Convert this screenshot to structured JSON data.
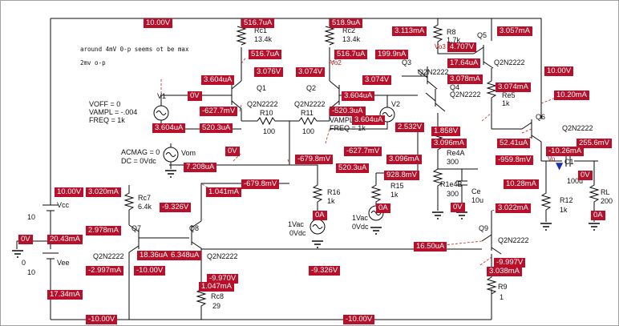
{
  "notes": {
    "note1": "around 4mV 0-p seems ot be max",
    "note2": "2mv o-p"
  },
  "labels": {
    "rc1": "Rc1",
    "rc1_val": "13.4k",
    "rc2": "Rc2",
    "rc2_val": "13.4k",
    "q1": "Q1",
    "q1_part": "Q2N2222",
    "q2": "Q2",
    "q2_part": "Q2N2222",
    "q3": "Q3",
    "q3_part": "Q2N2222",
    "q4": "Q4",
    "q4_part": "Q2N2222",
    "q5": "Q5",
    "q5_part": "Q2N2222",
    "q6": "Q6",
    "q6_part": "Q2N2222",
    "q7": "Q7",
    "q7_part": "Q2N2222",
    "q8": "Q8",
    "q8_part": "Q2N2222",
    "q9": "Q9",
    "q9_part": "Q2N2222",
    "r10": "R10",
    "r10_val": "100",
    "r11": "R11",
    "r11_val": "100",
    "r8": "R8",
    "r8_val": "1.7k",
    "re5": "Re5",
    "re5_val": "1k",
    "re4a": "Re4A",
    "re4a_val": "300",
    "r1e4b": "R1e4B",
    "r1e4b_val": "300",
    "ce": "Ce",
    "ce_val": "10u",
    "c1": "C1",
    "c1_val": "100u",
    "r12": "R12",
    "r12_val": "1k",
    "rl": "RL",
    "rl_val": "200",
    "r16": "R16",
    "r16_val": "1k",
    "r15": "R15",
    "r15_val": "1k",
    "rc7": "Rc7",
    "rc7_val": "6.4k",
    "rc8": "Rc8",
    "rc8_val": "29",
    "r9": "R9",
    "r9_val": "1",
    "v1": "V1",
    "v2": "V2",
    "v1_voff": "VOFF = 0",
    "v1_vampl": "VAMPL = -.004",
    "v1_freq": "FREQ = 1k",
    "v2_vampl": "VAMPL = .004",
    "v2_freq": "FREQ = 1k",
    "vom": "Vom",
    "vom_acmag": "ACMAG = 0",
    "vom_dc": "DC = 0Vdc",
    "vcc": "Vcc",
    "vcc_val": "10",
    "vee": "Vee",
    "vee_val": "10",
    "vac1": "1Vac",
    "vdc1": "0Vdc",
    "vac2": "1Vac",
    "vdc2": "0Vdc",
    "gnd_zero": "0",
    "vo3": "Vo3",
    "vo2": "Vo2",
    "vo": "Vo"
  },
  "badges": {
    "b01": "10.00V",
    "b02": "516.7uA",
    "b03": "518.9uA",
    "b04": "3.113mA",
    "b05": "4.707V",
    "b06": "3.057mA",
    "b07": "516.7uA",
    "b08": "3.076V",
    "b09": "3.074V",
    "b10": "516.7uA",
    "b11": "199.9nA",
    "b12": "17.64uA",
    "b13": "3.078mA",
    "b14": "3.604uA",
    "b15": "0V",
    "b16": "3.074V",
    "b17": "3.604uA",
    "b18": "-627.7mV",
    "b19": "-520.3uA",
    "b20": "3.074mA",
    "b21": "10.00V",
    "b22": "10.20mA",
    "b23": "3.604uA",
    "b24": "2.532V",
    "b25": "3.604uA",
    "b26": "520.3uA",
    "b27": "1.858V",
    "b28": "3.096mA",
    "b29": "52.41uA",
    "b30": "255.6mV",
    "b31": "-10.26mA",
    "b32": "0V",
    "b33": "-627.7mV",
    "b34": "-679.8mV",
    "b35": "3.096mA",
    "b36": "-959.8mV",
    "b37": "0V",
    "b38": "7.208uA",
    "b39": "520.3uA",
    "b40": "928.8mV",
    "b41": "-679.8mV",
    "b42": "10.28mA",
    "b43": "10.00V",
    "b44": "3.020mA",
    "b45": "1.041mA",
    "b46": "-9.326V",
    "b47": "0V",
    "b48": "0A",
    "b49": "0A",
    "b50": "3.022mA",
    "b51": "0A",
    "b52": "2.978mA",
    "b53": "0V",
    "b54": "20.43mA",
    "b55": "16.50uA",
    "b56": "18.36uA",
    "b57": "6.348uA",
    "b58": "-9.997V",
    "b59": "-2.997mA",
    "b60": "-10.00V",
    "b61": "-9.326V",
    "b62": "3.038mA",
    "b63": "-9.970V",
    "b64": "1.047mA",
    "b65": "17.34mA",
    "b66": "-10.00V",
    "b67": "-10.00V"
  },
  "colors": {
    "badge": "#b8102a",
    "wire": "#0a0a0a",
    "probe": "#1a2fb0",
    "bias_marker": "#c02020"
  },
  "icons": [
    "sine-source-icon",
    "ground-icon",
    "battery-icon",
    "voltage-probe-icon",
    "capacitor-icon",
    "resistor-icon",
    "npn-transistor-icon"
  ]
}
